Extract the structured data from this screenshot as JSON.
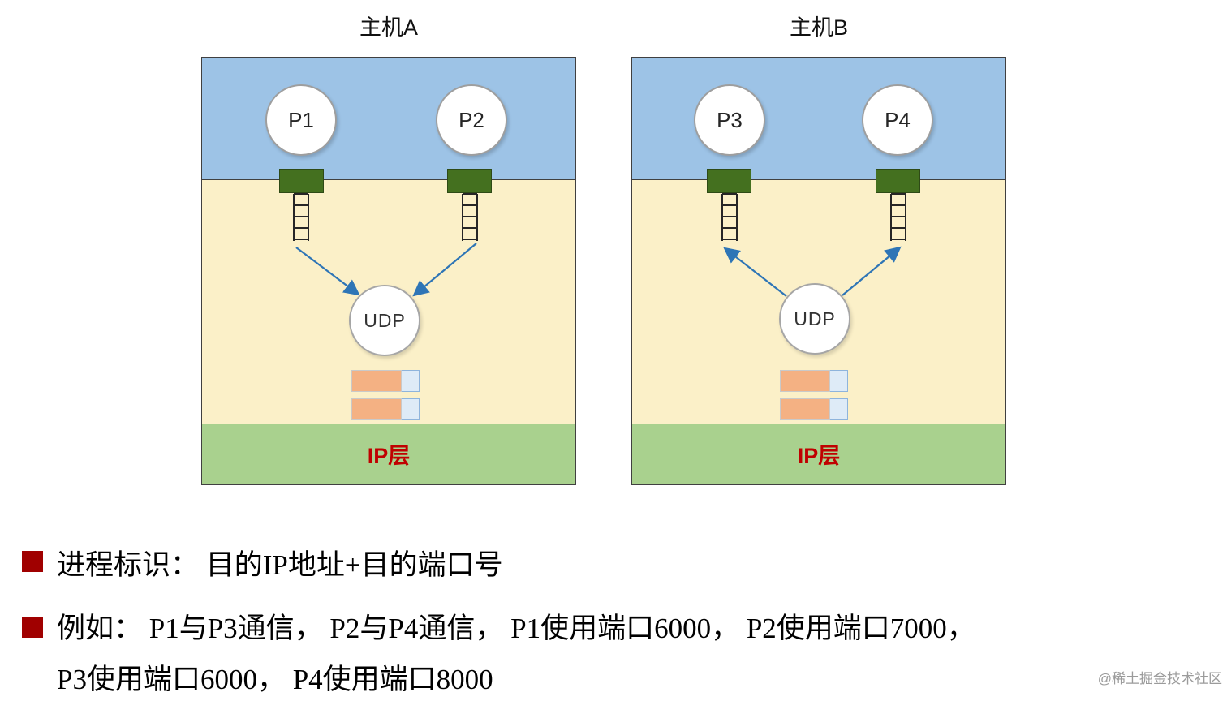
{
  "hosts": [
    {
      "title": "主机A",
      "processes": [
        {
          "label": "P1"
        },
        {
          "label": "P2"
        }
      ],
      "udp_label": "UDP",
      "ip_label": "IP层"
    },
    {
      "title": "主机B",
      "processes": [
        {
          "label": "P3"
        },
        {
          "label": "P4"
        }
      ],
      "udp_label": "UDP",
      "ip_label": "IP层"
    }
  ],
  "notes": [
    {
      "lines": [
        "进程标识： 目的IP地址+目的端口号"
      ]
    },
    {
      "lines": [
        "例如： P1与P3通信， P2与P4通信， P1使用端口6000， P2使用端口7000，",
        "P3使用端口6000， P4使用端口8000"
      ]
    }
  ],
  "watermark": "@稀土掘金技术社区",
  "colors": {
    "app_layer": "#9DC3E6",
    "transport_layer": "#FBF0C8",
    "ip_layer": "#A9D18E",
    "socket_green": "#44701F",
    "packet_orange": "#F4B183",
    "packet_blue": "#DEEBF7",
    "arrow_blue": "#2E75B6",
    "ip_text_red": "#C00000",
    "bullet_red": "#A00000"
  }
}
